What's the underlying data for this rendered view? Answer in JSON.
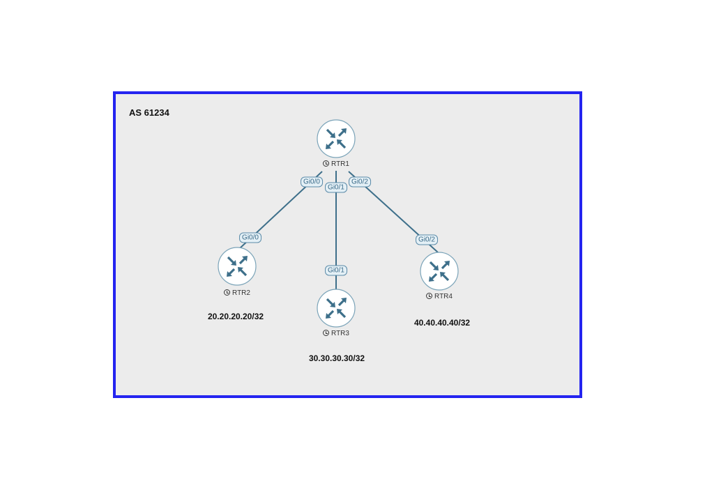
{
  "as_label": "AS 61234",
  "accent_color": "#2424f0",
  "routers": [
    {
      "name": "RTR1",
      "icon": "router-icon"
    },
    {
      "name": "RTR2",
      "icon": "router-icon",
      "network": "20.20.20.20/32"
    },
    {
      "name": "RTR3",
      "icon": "router-icon",
      "network": "30.30.30.30/32"
    },
    {
      "name": "RTR4",
      "icon": "router-icon",
      "network": "40.40.40.40/32"
    }
  ],
  "links": [
    {
      "from": "RTR1",
      "from_port": "Gi0/0",
      "to": "RTR2",
      "to_port": "Gi0/0"
    },
    {
      "from": "RTR1",
      "from_port": "Gi0/1",
      "to": "RTR3",
      "to_port": "Gi0/1"
    },
    {
      "from": "RTR1",
      "from_port": "Gi0/2",
      "to": "RTR4",
      "to_port": "Gi0/2"
    }
  ]
}
